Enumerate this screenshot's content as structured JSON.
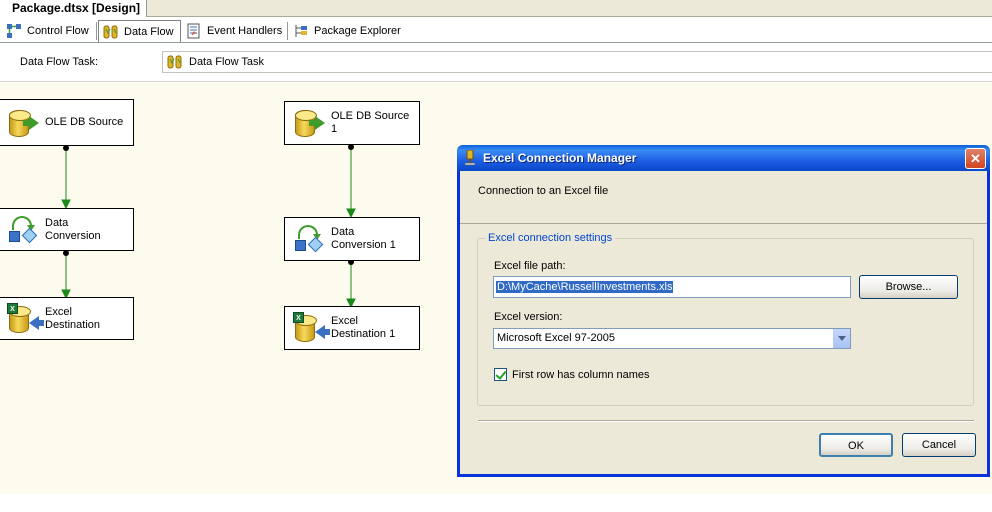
{
  "document": {
    "tab_title": "Package.dtsx [Design]"
  },
  "designer_tabs": [
    {
      "label": "Control Flow",
      "icon": "control-flow-icon",
      "active": false
    },
    {
      "label": "Data Flow",
      "icon": "data-flow-icon",
      "active": true
    },
    {
      "label": "Event Handlers",
      "icon": "event-handlers-icon",
      "active": false
    },
    {
      "label": "Package Explorer",
      "icon": "package-explorer-icon",
      "active": false
    }
  ],
  "task": {
    "label": "Data Flow Task:",
    "value": "Data Flow Task"
  },
  "components": {
    "ole_source_1": "OLE DB Source",
    "data_conversion_1": "Data\nConversion",
    "excel_dest_1": "Excel\nDestination",
    "ole_source_2": "OLE DB Source\n1",
    "data_conversion_2": "Data\nConversion 1",
    "excel_dest_2": "Excel\nDestination 1"
  },
  "dialog": {
    "title": "Excel Connection Manager",
    "subtitle": "Connection to an Excel file",
    "group_title": "Excel connection settings",
    "file_path_label": "Excel file path:",
    "file_path_value": "D:\\MyCache\\RussellInvestments.xls",
    "browse_label": "Browse...",
    "version_label": "Excel version:",
    "version_value": "Microsoft Excel 97-2005",
    "first_row_label": "First row has column names",
    "first_row_checked": true,
    "ok_label": "OK",
    "cancel_label": "Cancel"
  },
  "colors": {
    "surface": "#fdfbed",
    "connector": "#1a8a1a",
    "titlebar": "#0a5fd8",
    "dialog_bg": "#ece9d8"
  }
}
